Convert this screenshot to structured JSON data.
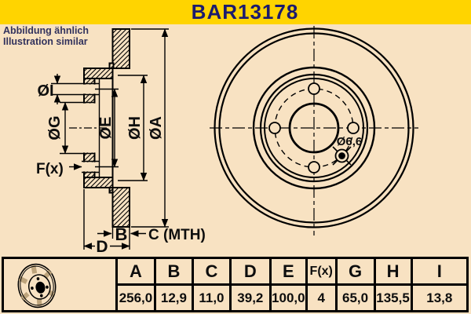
{
  "title": "BAR13178",
  "caption": {
    "line1": "Abbildung ähnlich",
    "line2": "Illustration similar"
  },
  "colors": {
    "background": "#f8e2c2",
    "titlebar": "#ffd400",
    "title_text": "#1b1b6e",
    "line": "#000000"
  },
  "diagram": {
    "section_labels": {
      "dia_i": "ØI",
      "dia_g": "ØG",
      "dia_e": "ØE",
      "dia_h": "ØH",
      "dia_a": "ØA",
      "f": "F(x)",
      "b": "B",
      "c": "C (MTH)",
      "d": "D"
    },
    "front_labels": {
      "fixing_hole_diameter": "Ø6,6"
    }
  },
  "table": {
    "headers": [
      "A",
      "B",
      "C",
      "D",
      "E",
      "F(x)",
      "G",
      "H",
      "I"
    ],
    "values": [
      "256,0",
      "12,9",
      "11,0",
      "39,2",
      "100,0",
      "4",
      "65,0",
      "135,5",
      "13,8"
    ]
  }
}
